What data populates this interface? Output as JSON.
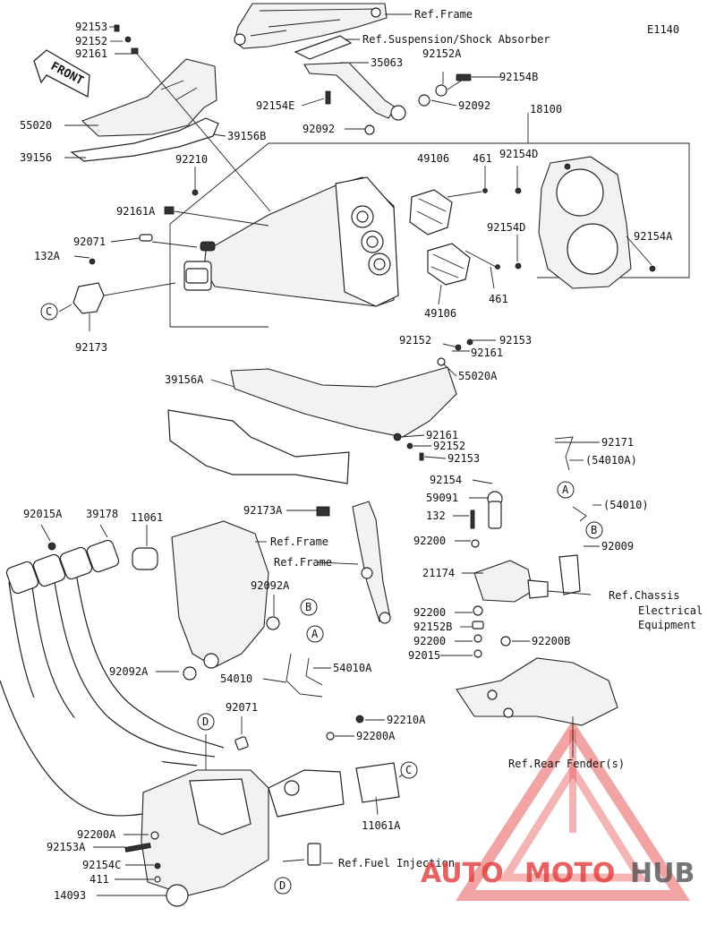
{
  "diagram_code": "E1140",
  "ref_labels": {
    "frame_top": "Ref.Frame",
    "suspension": "Ref.Suspension/Shock Absorber",
    "frame_mid": "Ref.Frame",
    "frame_mid2": "Ref.Frame",
    "chassis_line1": "Ref.Chassis",
    "chassis_line2": "Electrical",
    "chassis_line3": "Equipment",
    "rear_fender": "Ref.Rear Fender(s)",
    "fuel_injection": "Ref.Fuel Injection"
  },
  "front_tag": "FRONT",
  "part_numbers": {
    "p92153_a": "92153",
    "p92152_a": "92152",
    "p92161_a": "92161",
    "p55020": "55020",
    "p39156": "39156",
    "p39156B": "39156B",
    "p35063": "35063",
    "p92152A": "92152A",
    "p92154B": "92154B",
    "p92154E": "92154E",
    "p92092_a": "92092",
    "p92092_b": "92092",
    "p18100": "18100",
    "p92210": "92210",
    "p49106_a": "49106",
    "p461_a": "461",
    "p92154D_a": "92154D",
    "p92161A": "92161A",
    "p92071_a": "92071",
    "p132A": "132A",
    "p92154D_b": "92154D",
    "p92154A": "92154A",
    "p461_b": "461",
    "p49106_b": "49106",
    "p92173": "92173",
    "p92152_b": "92152",
    "p92153_b": "92153",
    "p92161_b": "92161",
    "p55020A": "55020A",
    "p39156A": "39156A",
    "p92161_c": "92161",
    "p92152_c": "92152",
    "p92153_c": "92153",
    "p92171": "92171",
    "p54010A_paren_a": "(54010A)",
    "p92154": "92154",
    "p59091": "59091",
    "p54010_paren": "(54010)",
    "p132": "132",
    "p92009": "92009",
    "p92200_a": "92200",
    "p21174": "21174",
    "p92200_b": "92200",
    "p92152B": "92152B",
    "p92200_c": "92200",
    "p92200B": "92200B",
    "p92015": "92015",
    "p92015A": "92015A",
    "p39178": "39178",
    "p11061": "11061",
    "p92173A": "92173A",
    "p92092A": "92092A",
    "p92092A_b": "92092A",
    "p54010": "54010",
    "p54010A": "54010A",
    "p92071_b": "92071",
    "p92210A": "92210A",
    "p92200A_a": "92200A",
    "p92200A_b": "92200A",
    "p92153A": "92153A",
    "p92154C": "92154C",
    "p411": "411",
    "p14093": "14093",
    "p11061A": "11061A"
  },
  "callouts": {
    "A1": "A",
    "A2": "A",
    "B1": "B",
    "B2": "B",
    "C1": "C",
    "C2": "C",
    "D1": "D",
    "D2": "D"
  },
  "watermark": {
    "part1": "AUTO",
    "part2": "MOTO",
    "part3": "HUB",
    "color_red": "#e23b3b",
    "color_gray": "#555555"
  }
}
